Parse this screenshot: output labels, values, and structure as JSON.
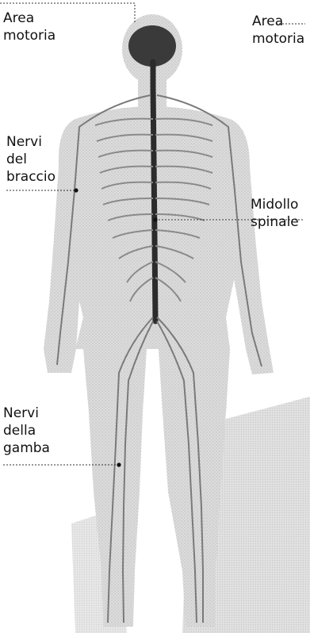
{
  "labels": {
    "motor_area_left": [
      "Area",
      "motoria"
    ],
    "motor_area_right": [
      "Area",
      "motoria"
    ],
    "arm_nerves": [
      "Nervi",
      "del",
      "braccio"
    ],
    "spinal_cord": [
      "Midollo",
      "spinale"
    ],
    "leg_nerves": [
      "Nervi",
      "della",
      "gamba"
    ]
  },
  "colors": {
    "background": "#ffffff",
    "body_fill": "#d9d9d9",
    "body_shade": "#c8c8c8",
    "nerve": "#7a7a7a",
    "spinal_cord": "#2b2b2b",
    "brain": "#3a3a3a",
    "leader_line": "#333333",
    "label_text": "#111111"
  }
}
